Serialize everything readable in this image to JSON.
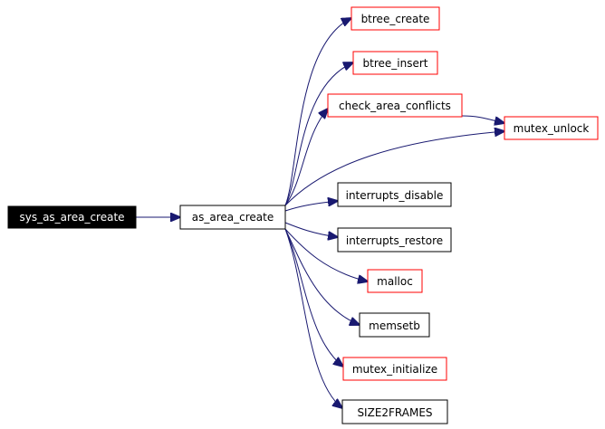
{
  "graph": {
    "root": {
      "label": "sys_as_area_create",
      "fill": "#000000",
      "text_color": "#ffffff"
    },
    "hub": {
      "label": "as_area_create",
      "border": "#000000"
    },
    "edge_color": "#191970",
    "nodes": {
      "btree_create": {
        "label": "btree_create",
        "border": "#ff0000"
      },
      "btree_insert": {
        "label": "btree_insert",
        "border": "#ff0000"
      },
      "check_area_conflicts": {
        "label": "check_area_conflicts",
        "border": "#ff0000"
      },
      "mutex_unlock": {
        "label": "mutex_unlock",
        "border": "#ff0000"
      },
      "interrupts_disable": {
        "label": "interrupts_disable",
        "border": "#000000"
      },
      "interrupts_restore": {
        "label": "interrupts_restore",
        "border": "#000000"
      },
      "malloc": {
        "label": "malloc",
        "border": "#ff0000"
      },
      "memsetb": {
        "label": "memsetb",
        "border": "#000000"
      },
      "mutex_initialize": {
        "label": "mutex_initialize",
        "border": "#ff0000"
      },
      "size2frames": {
        "label": "SIZE2FRAMES",
        "border": "#000000"
      }
    },
    "edges": [
      {
        "from": "sys_as_area_create",
        "to": "as_area_create"
      },
      {
        "from": "as_area_create",
        "to": "btree_create"
      },
      {
        "from": "as_area_create",
        "to": "btree_insert"
      },
      {
        "from": "as_area_create",
        "to": "check_area_conflicts"
      },
      {
        "from": "as_area_create",
        "to": "mutex_unlock"
      },
      {
        "from": "as_area_create",
        "to": "interrupts_disable"
      },
      {
        "from": "as_area_create",
        "to": "interrupts_restore"
      },
      {
        "from": "as_area_create",
        "to": "malloc"
      },
      {
        "from": "as_area_create",
        "to": "memsetb"
      },
      {
        "from": "as_area_create",
        "to": "mutex_initialize"
      },
      {
        "from": "as_area_create",
        "to": "SIZE2FRAMES"
      },
      {
        "from": "check_area_conflicts",
        "to": "mutex_unlock"
      }
    ]
  }
}
